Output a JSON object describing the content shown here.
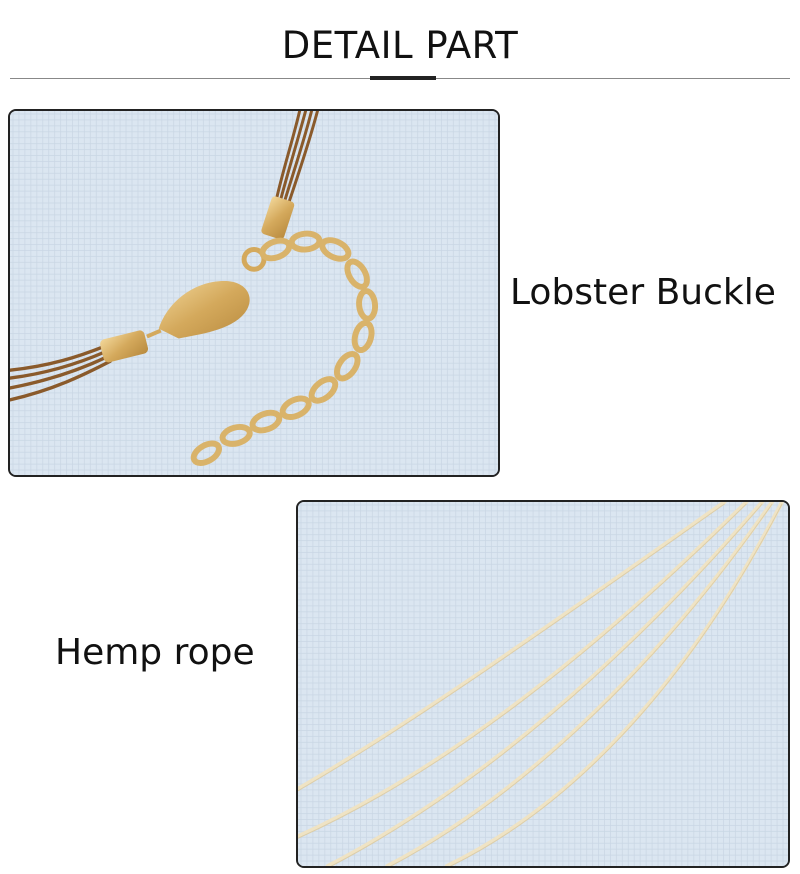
{
  "header": {
    "title": "DETAIL PART"
  },
  "details": [
    {
      "label": "Lobster Buckle",
      "image": "lobster-clasp-photo"
    },
    {
      "label": "Hemp rope",
      "image": "hemp-rope-photo"
    }
  ],
  "colors": {
    "background_fabric": "#dbe6f1",
    "brown_cord": "#8a5a2b",
    "gold_metal": "#d9b36a",
    "cream_cord": "#efe3c4"
  }
}
